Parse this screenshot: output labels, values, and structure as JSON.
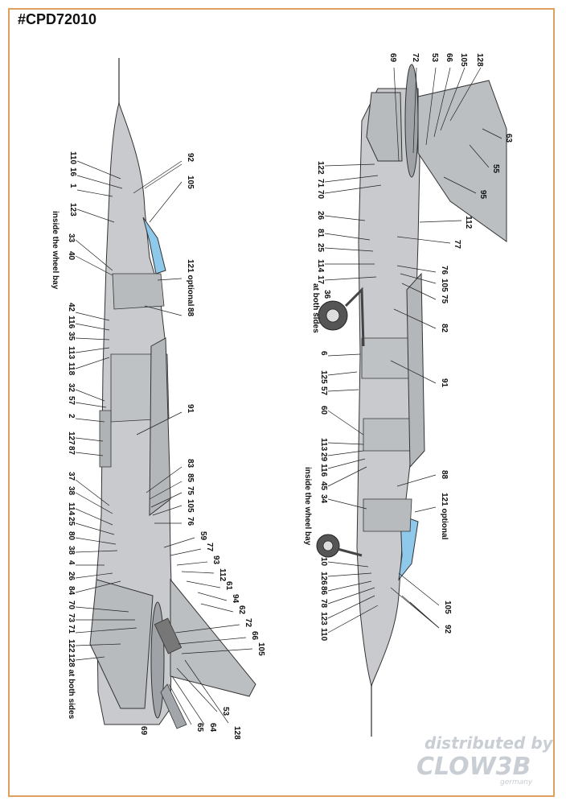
{
  "product_code": "#CPD72010",
  "colors": {
    "airframe": "#c8cacd",
    "airframe_dark": "#a9acb0",
    "canopy": "#8ec8ea",
    "frame": "#e0a060",
    "lines": "#222222"
  },
  "left_view": {
    "labels": [
      "110",
      "16",
      "1",
      "123",
      "33",
      "40",
      "42",
      "116",
      "35",
      "113",
      "118",
      "32",
      "57",
      "2",
      "127",
      "87",
      "37",
      "38",
      "114",
      "25",
      "80",
      "38",
      "4",
      "26",
      "84",
      "70",
      "73",
      "71",
      "122",
      "128 at both sides",
      "92",
      "105",
      "121 optional",
      "88",
      "91",
      "83",
      "85",
      "75",
      "105",
      "76",
      "59",
      "77",
      "93",
      "112",
      "61",
      "94",
      "62",
      "72",
      "66",
      "105",
      "53",
      "64",
      "65",
      "69",
      "128"
    ],
    "note_wheelbay": "inside the wheel bay"
  },
  "right_view": {
    "labels": [
      "69",
      "72",
      "53",
      "66",
      "105",
      "128",
      "63",
      "55",
      "95",
      "112",
      "77",
      "122",
      "71",
      "70",
      "26",
      "81",
      "25",
      "114",
      "17",
      "76",
      "105",
      "75",
      "82",
      "6",
      "125",
      "57",
      "60",
      "91",
      "113",
      "29",
      "116",
      "45",
      "34",
      "88",
      "121 optional",
      "10",
      "126",
      "86",
      "78",
      "123",
      "110",
      "105",
      "92"
    ],
    "note_both_sides": "at both sides",
    "label_36": "36",
    "note_wheelbay": "inside the wheel bay"
  },
  "watermark": {
    "line1": "distributed by",
    "line2": "CLOW3B",
    "line3": "germany"
  }
}
